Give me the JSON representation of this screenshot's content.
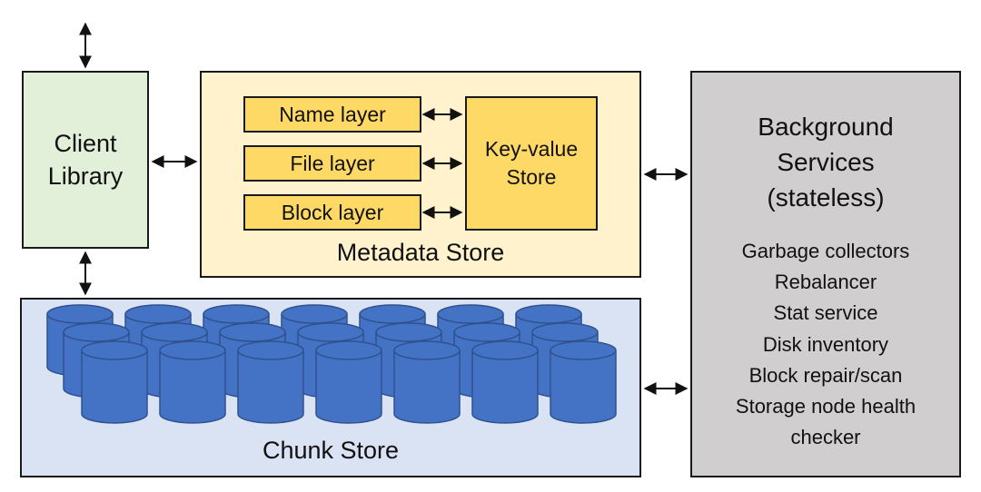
{
  "client": {
    "line1": "Client",
    "line2": "Library"
  },
  "metadata": {
    "label": "Metadata Store",
    "layers": [
      "Name layer",
      "File layer",
      "Block layer"
    ],
    "kv_line1": "Key-value",
    "kv_line2": "Store"
  },
  "chunk": {
    "label": "Chunk Store"
  },
  "background": {
    "title": [
      "Background",
      "Services",
      "(stateless)"
    ],
    "services": [
      "Garbage collectors",
      "Rebalancer",
      "Stat service",
      "Disk inventory",
      "Block repair/scan",
      "Storage node health",
      "checker"
    ]
  },
  "colors": {
    "client_fill": "#e2efd9",
    "metadata_fill": "#fff2cc",
    "layer_fill": "#ffd966",
    "chunk_fill": "#dae3f3",
    "cylinder_fill": "#4472c4",
    "background_fill": "#d0cece"
  }
}
